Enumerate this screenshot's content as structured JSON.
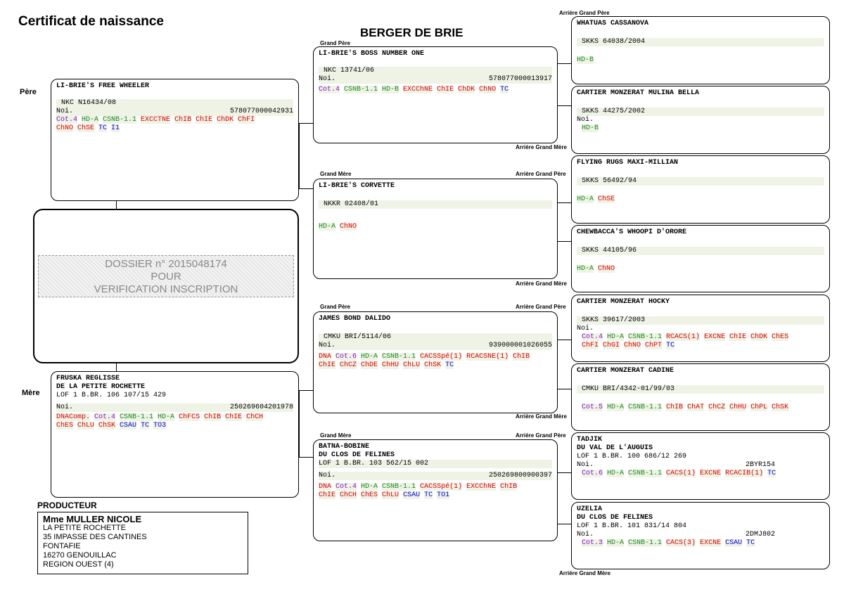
{
  "title": "Certificat de naissance",
  "breed": "BERGER DE BRIE",
  "roles": {
    "pere": "Père",
    "mere": "Mère",
    "grand_pere": "Grand Père",
    "grand_mere": "Grand Mère",
    "agp": "Arrière Grand Père",
    "agm": "Arrière Grand Mère"
  },
  "dossier": {
    "line1": "DOSSIER n° 2015048174",
    "line2": "POUR",
    "line3": "VERIFICATION INSCRIPTION"
  },
  "producer": {
    "heading": "PRODUCTEUR",
    "name": "Mme MULLER NICOLE",
    "lines": [
      "LA PETITE ROCHETTE",
      "35 IMPASSE DES CANTINES",
      "FONTAFIE",
      "16270 GENOUILLAC",
      "REGION OUEST (4)"
    ]
  },
  "colors": {
    "purple": "#8a10c8",
    "green": "#1a8a1a",
    "red": "#e00000",
    "blue": "#0000d8"
  },
  "dogs": {
    "pere": {
      "name": "LI-BRIE'S FREE WHEELER",
      "reg": "NKC N16434/08",
      "color": "Noi.",
      "chip": "578077000042931",
      "tests": [
        [
          {
            "t": "Cot.4",
            "c": "purple"
          },
          {
            "t": "HD-A",
            "c": "green"
          },
          {
            "t": "CSNB-1.1",
            "c": "green"
          },
          {
            "t": "EXCCTNE",
            "c": "red"
          },
          {
            "t": "ChIB",
            "c": "red"
          },
          {
            "t": "ChIE",
            "c": "red"
          },
          {
            "t": "ChDK",
            "c": "red"
          },
          {
            "t": "ChFI",
            "c": "red"
          }
        ],
        [
          {
            "t": "ChNO",
            "c": "red"
          },
          {
            "t": "ChSE",
            "c": "red"
          },
          {
            "t": "TC",
            "c": "blue"
          },
          {
            "t": "I1",
            "c": "blue"
          }
        ]
      ]
    },
    "mere": {
      "name": "FRUSKA REGLISSE",
      "name2": "DE LA PETITE ROCHETTE",
      "reg": "LOF 1 B.BR. 106 107/15 429",
      "color": "Noi.",
      "chip": "250269604201978",
      "tests": [
        [
          {
            "t": "DNAComp.",
            "c": "red"
          },
          {
            "t": "Cot.4",
            "c": "purple"
          },
          {
            "t": "CSNB-1.1",
            "c": "green"
          },
          {
            "t": "HD-A",
            "c": "green"
          },
          {
            "t": "ChFCS",
            "c": "red"
          },
          {
            "t": "ChIB",
            "c": "red"
          },
          {
            "t": "ChIE",
            "c": "red"
          },
          {
            "t": "ChCH",
            "c": "red"
          }
        ],
        [
          {
            "t": "ChES",
            "c": "red"
          },
          {
            "t": "ChLU",
            "c": "red"
          },
          {
            "t": "ChSK",
            "c": "red"
          },
          {
            "t": "CSAU",
            "c": "blue"
          },
          {
            "t": "TC",
            "c": "blue"
          },
          {
            "t": "TO3",
            "c": "blue"
          }
        ]
      ]
    },
    "gp1": {
      "name": "LI-BRIE'S BOSS NUMBER ONE",
      "reg": "NKC 13741/06",
      "color": "Noi.",
      "chip": "578077000013917",
      "tests": [
        [
          {
            "t": "Cot.4",
            "c": "purple"
          },
          {
            "t": "CSNB-1.1",
            "c": "green"
          },
          {
            "t": "HD-B",
            "c": "green"
          },
          {
            "t": "EXCChNE",
            "c": "red"
          },
          {
            "t": "ChIE",
            "c": "red"
          },
          {
            "t": "ChDK",
            "c": "red"
          },
          {
            "t": "ChNO",
            "c": "red"
          },
          {
            "t": "TC",
            "c": "blue"
          }
        ]
      ]
    },
    "gm1": {
      "name": "LI-BRIE'S CORVETTE",
      "reg": "NKKR 02408/01",
      "tests": [
        [
          {
            "t": "HD-A",
            "c": "green"
          },
          {
            "t": "ChNO",
            "c": "red"
          }
        ]
      ]
    },
    "gp2": {
      "name": "JAMES BOND DALIDO",
      "reg": "CMKU BRI/5114/06",
      "color": "Noi.",
      "chip": "939000001026055",
      "tests": [
        [
          {
            "t": "DNA",
            "c": "red"
          },
          {
            "t": "Cot.6",
            "c": "purple"
          },
          {
            "t": "HD-A",
            "c": "green"
          },
          {
            "t": "CSNB-1.1",
            "c": "green"
          },
          {
            "t": "CACSSpé(1)",
            "c": "red"
          },
          {
            "t": "RCACSNE(1)",
            "c": "red"
          },
          {
            "t": "ChIB",
            "c": "red"
          }
        ],
        [
          {
            "t": "ChIE",
            "c": "red"
          },
          {
            "t": "ChCZ",
            "c": "red"
          },
          {
            "t": "ChDE",
            "c": "red"
          },
          {
            "t": "ChHU",
            "c": "red"
          },
          {
            "t": "ChLU",
            "c": "red"
          },
          {
            "t": "ChSK",
            "c": "red"
          },
          {
            "t": "TC",
            "c": "blue"
          }
        ]
      ]
    },
    "gm2": {
      "name": "BATNA-BOBINE",
      "name2": "DU CLOS DE FELINES",
      "reg": "LOF 1 B.BR. 103 562/15 002",
      "color": "Noi.",
      "chip": "250269800900397",
      "tests": [
        [
          {
            "t": "DNA",
            "c": "red"
          },
          {
            "t": "Cot.4",
            "c": "purple"
          },
          {
            "t": "HD-A",
            "c": "green"
          },
          {
            "t": "CSNB-1.1",
            "c": "green"
          },
          {
            "t": "CACSSpé(1)",
            "c": "red"
          },
          {
            "t": "EXCChNE",
            "c": "red"
          },
          {
            "t": "ChIB",
            "c": "red"
          }
        ],
        [
          {
            "t": "ChIE",
            "c": "red"
          },
          {
            "t": "ChCH",
            "c": "red"
          },
          {
            "t": "ChES",
            "c": "red"
          },
          {
            "t": "ChLU",
            "c": "red"
          },
          {
            "t": "CSAU",
            "c": "blue"
          },
          {
            "t": "TC",
            "c": "blue"
          },
          {
            "t": "TO1",
            "c": "blue"
          }
        ]
      ]
    },
    "a1": {
      "name": "WHATUAS CASSANOVA",
      "reg": "SKKS 64038/2004",
      "tests": [
        [
          {
            "t": "HD-B",
            "c": "green"
          }
        ]
      ]
    },
    "a2": {
      "name": "CARTIER MONZERAT MULINA BELLA",
      "reg": "SKKS 44275/2002",
      "color": "Noi.",
      "tests": [
        [
          {
            "t": "HD-B",
            "c": "green"
          }
        ]
      ]
    },
    "a3": {
      "name": "FLYING RUGS MAXI-MILLIAN",
      "reg": "SKKS 56492/94",
      "tests": [
        [
          {
            "t": "HD-A",
            "c": "green"
          },
          {
            "t": "ChSE",
            "c": "red"
          }
        ]
      ]
    },
    "a4": {
      "name": "CHEWBACCA'S WHOOPI D'ORORE",
      "reg": "SKKS 44105/96",
      "tests": [
        [
          {
            "t": "HD-A",
            "c": "green"
          },
          {
            "t": "ChNO",
            "c": "red"
          }
        ]
      ]
    },
    "a5": {
      "name": "CARTIER MONZERAT HOCKY",
      "reg": "SKKS 39617/2003",
      "color": "Noi.",
      "tests": [
        [
          {
            "t": "Cot.4",
            "c": "purple"
          },
          {
            "t": "HD-A",
            "c": "green"
          },
          {
            "t": "CSNB-1.1",
            "c": "green"
          },
          {
            "t": "RCACS(1)",
            "c": "red"
          },
          {
            "t": "EXCNE",
            "c": "red"
          },
          {
            "t": "ChIE",
            "c": "red"
          },
          {
            "t": "ChDK",
            "c": "red"
          },
          {
            "t": "ChES",
            "c": "red"
          }
        ],
        [
          {
            "t": "ChFI",
            "c": "red"
          },
          {
            "t": "ChGI",
            "c": "red"
          },
          {
            "t": "ChNO",
            "c": "red"
          },
          {
            "t": "ChPT",
            "c": "red"
          },
          {
            "t": "TC",
            "c": "blue"
          }
        ]
      ]
    },
    "a6": {
      "name": "CARTIER MONZERAT CADINE",
      "reg": "CMKU BRI/4342-01/99/03",
      "tests": [
        [
          {
            "t": "Cot.5",
            "c": "purple"
          },
          {
            "t": "HD-A",
            "c": "green"
          },
          {
            "t": "CSNB-1.1",
            "c": "green"
          },
          {
            "t": "ChIB",
            "c": "red"
          },
          {
            "t": "ChAT",
            "c": "red"
          },
          {
            "t": "ChCZ",
            "c": "red"
          },
          {
            "t": "ChHU",
            "c": "red"
          },
          {
            "t": "ChPL",
            "c": "red"
          },
          {
            "t": "ChSK",
            "c": "red"
          }
        ]
      ]
    },
    "a7": {
      "name": "TADJIK",
      "name2": "DU VAL DE L'AUGUIS",
      "reg": "LOF 1 B.BR. 100 686/12 269",
      "color": "Noi.",
      "chip": "2BYR154",
      "tests": [
        [
          {
            "t": "Cot.6",
            "c": "purple"
          },
          {
            "t": "HD-A",
            "c": "green"
          },
          {
            "t": "CSNB-1.1",
            "c": "green"
          },
          {
            "t": "CACS(1)",
            "c": "red"
          },
          {
            "t": "EXCNE",
            "c": "red"
          },
          {
            "t": "RCACIB(1)",
            "c": "red"
          },
          {
            "t": "TC",
            "c": "blue"
          }
        ]
      ]
    },
    "a8": {
      "name": "UZELIA",
      "name2": "DU CLOS DE FELINES",
      "reg": "LOF 1 B.BR. 101 831/14 804",
      "color": "Noi.",
      "chip": "2DMJ802",
      "tests": [
        [
          {
            "t": "Cot.3",
            "c": "purple"
          },
          {
            "t": "HD-A",
            "c": "green"
          },
          {
            "t": "CSNB-1.1",
            "c": "green"
          },
          {
            "t": "CACS(3)",
            "c": "red"
          },
          {
            "t": "EXCNE",
            "c": "red"
          },
          {
            "t": "CSAU",
            "c": "blue"
          },
          {
            "t": "TC",
            "c": "blue"
          }
        ]
      ]
    }
  }
}
